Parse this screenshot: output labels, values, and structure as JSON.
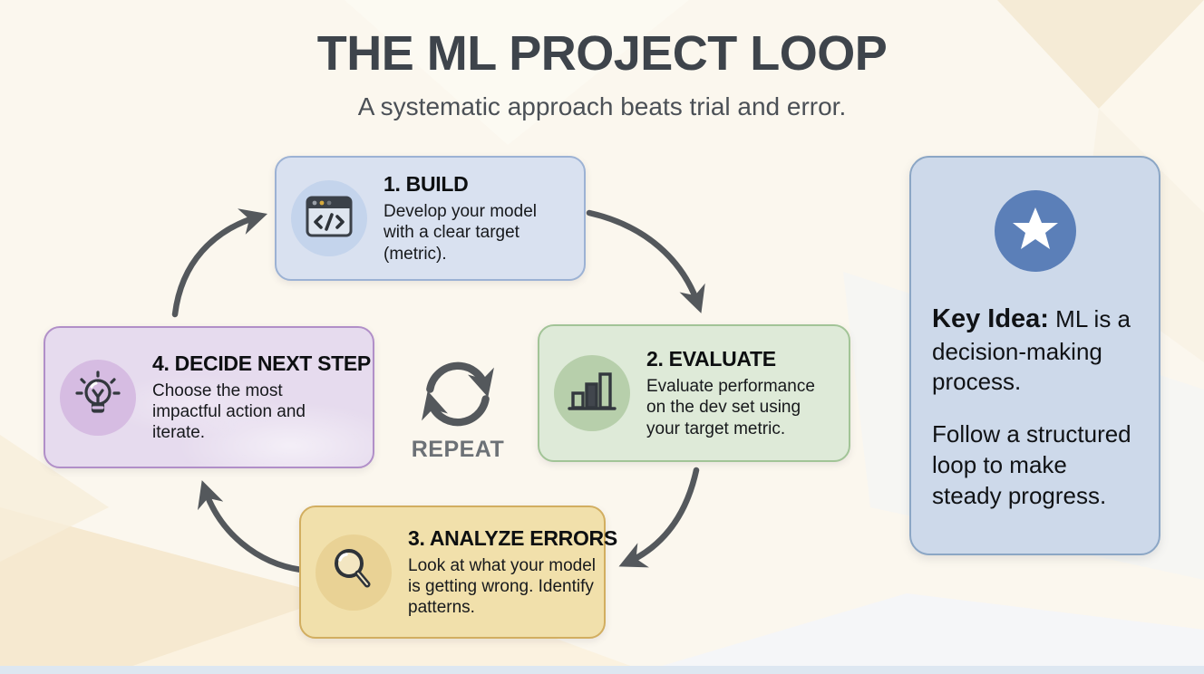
{
  "header": {
    "title": "THE ML PROJECT LOOP",
    "subtitle": "A systematic approach beats trial and error."
  },
  "steps": [
    {
      "id": "build",
      "title": "1. BUILD",
      "description": "Develop your model with a clear target (metric).",
      "icon": "code-window-icon",
      "box_color": "#d9e1f0",
      "border_color": "#9cb2d4",
      "circle_color": "#c4d4ec"
    },
    {
      "id": "evaluate",
      "title": "2. EVALUATE",
      "description": "Evaluate performance on the dev set using your target metric.",
      "icon": "bar-chart-icon",
      "box_color": "#deead8",
      "border_color": "#a2c497",
      "circle_color": "#b7cfab"
    },
    {
      "id": "analyze",
      "title": "3. ANALYZE ERRORS",
      "description": "Look at what your model is getting wrong. Identify patterns.",
      "icon": "magnifier-icon",
      "box_color": "#f1e0ab",
      "border_color": "#d2ae60",
      "circle_color": "#e9d295"
    },
    {
      "id": "decide",
      "title": "4. DECIDE NEXT STEP",
      "description": "Choose the most impactful action and iterate.",
      "icon": "lightbulb-icon",
      "box_color": "#e6dbee",
      "border_color": "#b18fc8",
      "circle_color": "#d6bce2"
    }
  ],
  "center": {
    "label": "REPEAT",
    "icon": "cycle-arrows-icon"
  },
  "key_idea": {
    "icon": "star-icon",
    "heading": "Key Idea:",
    "heading_rest": " ML is a decision-making process.",
    "paragraph2": "Follow a structured loop to make steady progress.",
    "box_color": "#cdd9ea",
    "border_color": "#8ba6c5",
    "circle_color": "#5b7fb8"
  },
  "colors": {
    "background": "#fbf7ee",
    "title_text": "#3e444b",
    "arrow": "#54585c",
    "bottom_strip": "#dde7f1"
  }
}
